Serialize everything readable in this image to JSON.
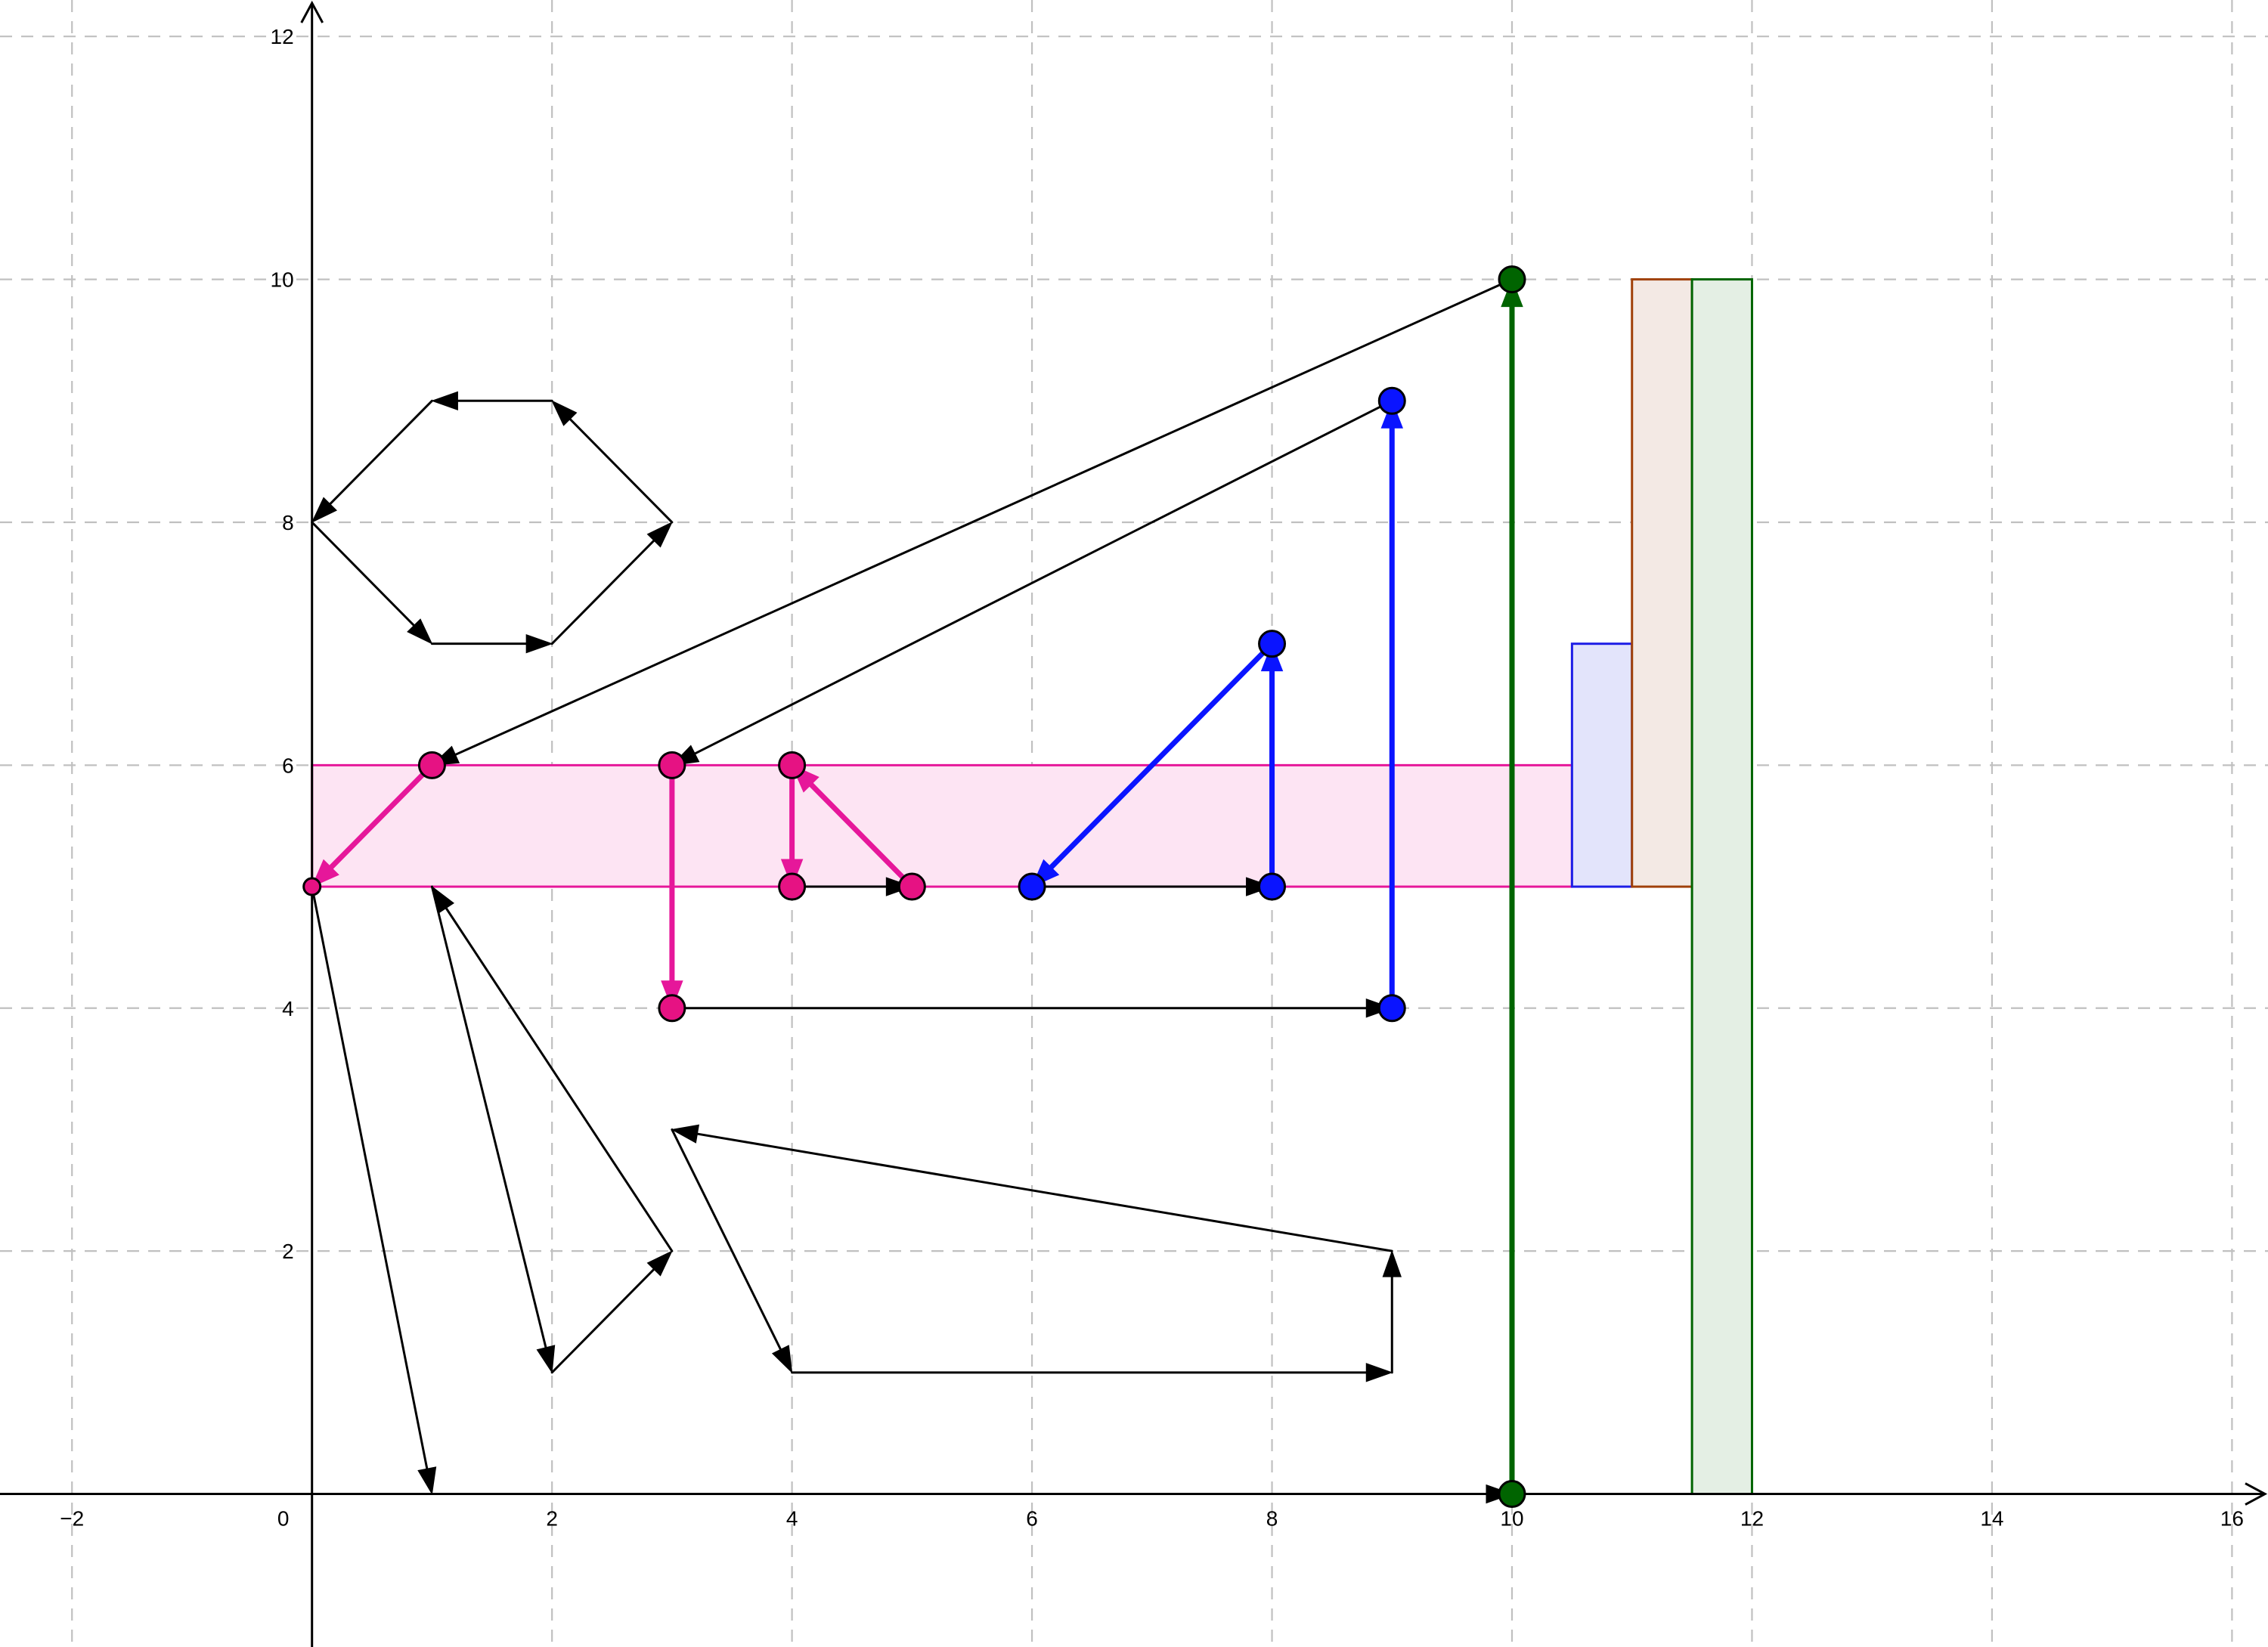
{
  "axes": {
    "x_ticks": [
      "−2",
      "0",
      "2",
      "4",
      "6",
      "8",
      "10",
      "12",
      "14",
      "16"
    ],
    "y_ticks": [
      "2",
      "4",
      "6",
      "8",
      "10",
      "12"
    ]
  },
  "colors": {
    "black": "#000000",
    "pink": "#e6179a",
    "pink_point": "#e61283",
    "blue": "#0a14ff",
    "green": "#006400",
    "brown": "#a0410a",
    "grid": "#c0c0c0"
  },
  "chart_data": {
    "type": "diagram",
    "xlim": [
      -2.6,
      16.3
    ],
    "ylim": [
      -1.26,
      12.3
    ],
    "grid": true,
    "rectangles": [
      {
        "name": "pink-band",
        "x": [
          0,
          10.5
        ],
        "y": [
          5,
          6
        ],
        "color": "pink"
      },
      {
        "name": "blue-bar",
        "x": [
          10.5,
          11
        ],
        "y": [
          5,
          7
        ],
        "color": "blue"
      },
      {
        "name": "brown-bar",
        "x": [
          11,
          11.5
        ],
        "y": [
          5,
          10
        ],
        "color": "brown"
      },
      {
        "name": "green-bar",
        "x": [
          11.5,
          12
        ],
        "y": [
          0,
          10
        ],
        "color": "green"
      }
    ],
    "vectors": [
      {
        "from": [
          0,
          8
        ],
        "to": [
          1,
          7
        ],
        "color": "black"
      },
      {
        "from": [
          1,
          7
        ],
        "to": [
          2,
          7
        ],
        "color": "black"
      },
      {
        "from": [
          2,
          7
        ],
        "to": [
          3,
          8
        ],
        "color": "black"
      },
      {
        "from": [
          3,
          8
        ],
        "to": [
          2,
          9
        ],
        "color": "black"
      },
      {
        "from": [
          2,
          9
        ],
        "to": [
          1,
          9
        ],
        "color": "black"
      },
      {
        "from": [
          1,
          9
        ],
        "to": [
          0,
          8
        ],
        "color": "black"
      },
      {
        "from": [
          0,
          5
        ],
        "to": [
          1,
          0
        ],
        "color": "black"
      },
      {
        "from": [
          1,
          0
        ],
        "to": [
          10,
          0
        ],
        "color": "black"
      },
      {
        "from": [
          1,
          5
        ],
        "to": [
          2,
          1
        ],
        "color": "black"
      },
      {
        "from": [
          2,
          1
        ],
        "to": [
          3,
          2
        ],
        "color": "black"
      },
      {
        "from": [
          3,
          2
        ],
        "to": [
          1,
          5
        ],
        "color": "black"
      },
      {
        "from": [
          3,
          3
        ],
        "to": [
          4,
          1
        ],
        "color": "black"
      },
      {
        "from": [
          4,
          1
        ],
        "to": [
          9,
          1
        ],
        "color": "black"
      },
      {
        "from": [
          9,
          1
        ],
        "to": [
          9,
          2
        ],
        "color": "black"
      },
      {
        "from": [
          9,
          2
        ],
        "to": [
          3,
          3
        ],
        "color": "black"
      },
      {
        "from": [
          3,
          4
        ],
        "to": [
          9,
          4
        ],
        "color": "black"
      },
      {
        "from": [
          4,
          5
        ],
        "to": [
          5,
          5
        ],
        "color": "black"
      },
      {
        "from": [
          6,
          5
        ],
        "to": [
          8,
          5
        ],
        "color": "black"
      },
      {
        "from": [
          10,
          10
        ],
        "to": [
          1,
          6
        ],
        "color": "black"
      },
      {
        "from": [
          9,
          9
        ],
        "to": [
          3,
          6
        ],
        "color": "black"
      },
      {
        "from": [
          1,
          6
        ],
        "to": [
          0,
          5
        ],
        "color": "pink"
      },
      {
        "from": [
          3,
          6
        ],
        "to": [
          3,
          4
        ],
        "color": "pink"
      },
      {
        "from": [
          4,
          6
        ],
        "to": [
          4,
          5
        ],
        "color": "pink"
      },
      {
        "from": [
          5,
          5
        ],
        "to": [
          4,
          6
        ],
        "color": "pink"
      },
      {
        "from": [
          8,
          7
        ],
        "to": [
          6,
          5
        ],
        "color": "blue"
      },
      {
        "from": [
          8,
          5
        ],
        "to": [
          8,
          7
        ],
        "color": "blue"
      },
      {
        "from": [
          9,
          4
        ],
        "to": [
          9,
          9
        ],
        "color": "blue"
      },
      {
        "from": [
          10,
          0
        ],
        "to": [
          10,
          10
        ],
        "color": "green"
      }
    ],
    "points": [
      {
        "x": 0,
        "y": 5,
        "color": "pink",
        "size": "small"
      },
      {
        "x": 1,
        "y": 6,
        "color": "pink"
      },
      {
        "x": 3,
        "y": 6,
        "color": "pink"
      },
      {
        "x": 3,
        "y": 4,
        "color": "pink"
      },
      {
        "x": 4,
        "y": 6,
        "color": "pink"
      },
      {
        "x": 4,
        "y": 5,
        "color": "pink"
      },
      {
        "x": 5,
        "y": 5,
        "color": "pink"
      },
      {
        "x": 6,
        "y": 5,
        "color": "blue"
      },
      {
        "x": 8,
        "y": 5,
        "color": "blue"
      },
      {
        "x": 8,
        "y": 7,
        "color": "blue"
      },
      {
        "x": 9,
        "y": 9,
        "color": "blue"
      },
      {
        "x": 9,
        "y": 4,
        "color": "blue"
      },
      {
        "x": 10,
        "y": 10,
        "color": "green"
      },
      {
        "x": 10,
        "y": 0,
        "color": "green"
      }
    ]
  }
}
